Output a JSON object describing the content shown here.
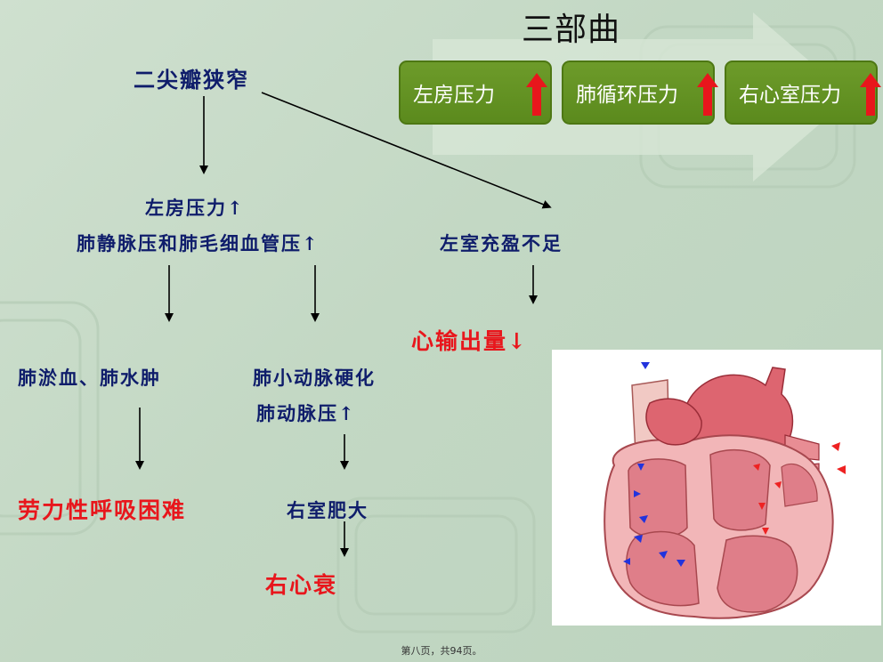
{
  "title": "三部曲",
  "steps": [
    {
      "label": "左房压力"
    },
    {
      "label": "肺循环压力"
    },
    {
      "label": "右心室压力"
    }
  ],
  "flow": {
    "root": "二尖瓣狭窄",
    "la_pressure": "左房压力↑",
    "pv_pressure": "肺静脉压和肺毛细血管压↑",
    "lv_filling": "左室充盈不足",
    "cardiac_output": "心输出量↓",
    "pulm_congestion": "肺淤血、肺水肿",
    "arteriole": "肺小动脉硬化",
    "pa_pressure": "肺动脉压↑",
    "dyspnea": "劳力性呼吸困难",
    "rv_hypertrophy": "右室肥大",
    "right_hf": "右心衰"
  },
  "footer": "第八页，共94页。",
  "colors": {
    "green": "#5f8e20",
    "navy": "#0f1d6b",
    "red": "#e8161c"
  }
}
